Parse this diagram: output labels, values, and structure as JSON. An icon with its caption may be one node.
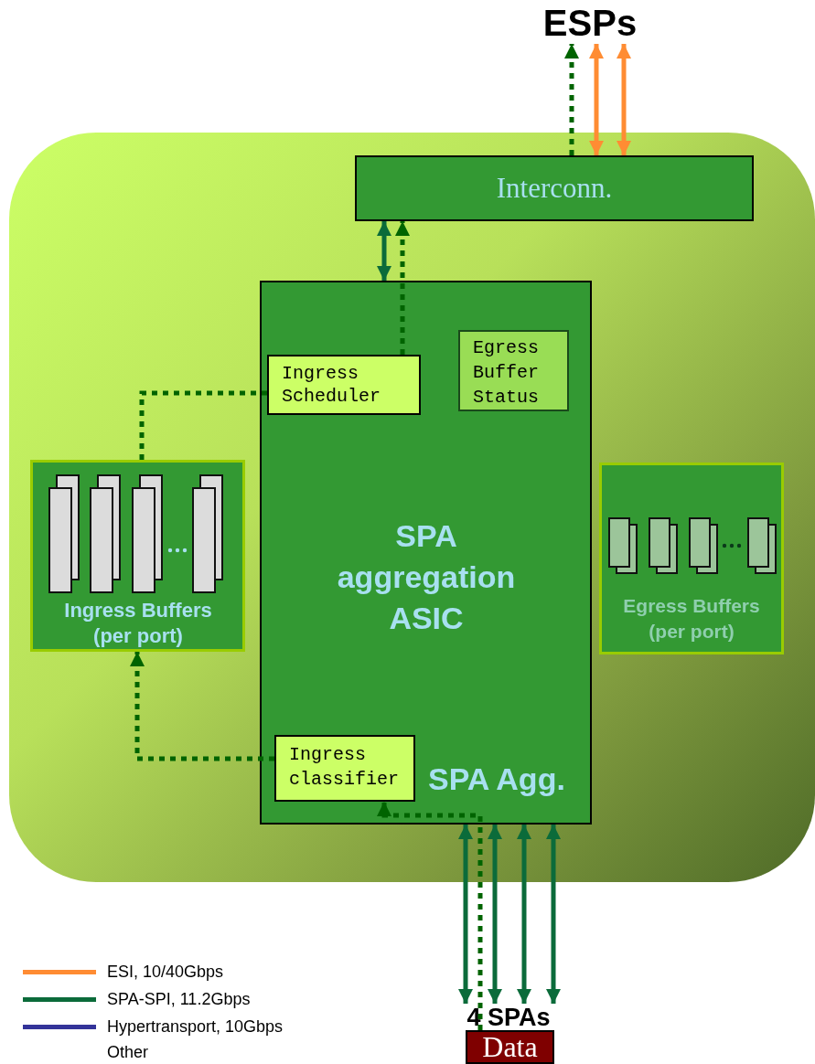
{
  "diagram": {
    "nodes": [
      {
        "text": [
          "ESPs"
        ]
      },
      {
        "text": [],
        "shape": "box"
      },
      {
        "text": [
          "Interconn."
        ],
        "in": 1
      },
      {
        "text": [
          "SPA aggregation ASIC",
          "SPA Agg."
        ],
        "in": 1
      },
      {
        "text": [
          "Ingress Scheduler"
        ],
        "in": 3
      },
      {
        "text": [
          "Egress Buffer Status"
        ],
        "in": 3
      },
      {
        "text": [
          "Ingress classifier"
        ],
        "in": 3
      },
      {
        "text": [
          "Ingress Buffers (per port)"
        ],
        "in": 1
      },
      {
        "text": [
          "Egress Buffers (per port)"
        ],
        "in": 1
      },
      {
        "text": [
          "4 SPAs"
        ]
      },
      {
        "text": [
          "Data"
        ]
      }
    ],
    "edges": [
      {
        "from": 2,
        "to": 0,
        "arrow": "both",
        "color": "#ff8c33"
      },
      {
        "from": 2,
        "to": 0,
        "arrow": "both",
        "color": "#ff8c33"
      },
      {
        "from": 3,
        "to": 2,
        "arrow": "both"
      },
      {
        "from": 3,
        "to": 9,
        "arrow": "both"
      },
      {
        "from": 3,
        "to": 9,
        "arrow": "both"
      },
      {
        "from": 3,
        "to": 9,
        "arrow": "both"
      },
      {
        "from": 3,
        "to": 9,
        "arrow": "both"
      },
      {
        "from": 10,
        "to": 6,
        "arrow": "to",
        "style": "dashed",
        "color": "#006400"
      },
      {
        "from": 6,
        "to": 7,
        "arrow": "to",
        "style": "dashed",
        "color": "#006400"
      },
      {
        "from": 7,
        "to": 4,
        "arrow": "none",
        "style": "dashed",
        "color": "#006400"
      },
      {
        "from": 4,
        "to": 2,
        "arrow": "to",
        "style": "dashed",
        "color": "#006400"
      },
      {
        "from": 2,
        "to": 0,
        "arrow": "to",
        "style": "dashed",
        "color": "#006400"
      }
    ],
    "legend": [
      {
        "text": "ESI, 10/40Gbps",
        "color": "#ff8c33"
      },
      {
        "text": "SPA-SPI, 11.2Gbps",
        "color": "#0b6b3a"
      },
      {
        "text": "Hypertransport, 10Gbps",
        "color": "#333399"
      },
      {
        "text": "Other"
      }
    ]
  }
}
